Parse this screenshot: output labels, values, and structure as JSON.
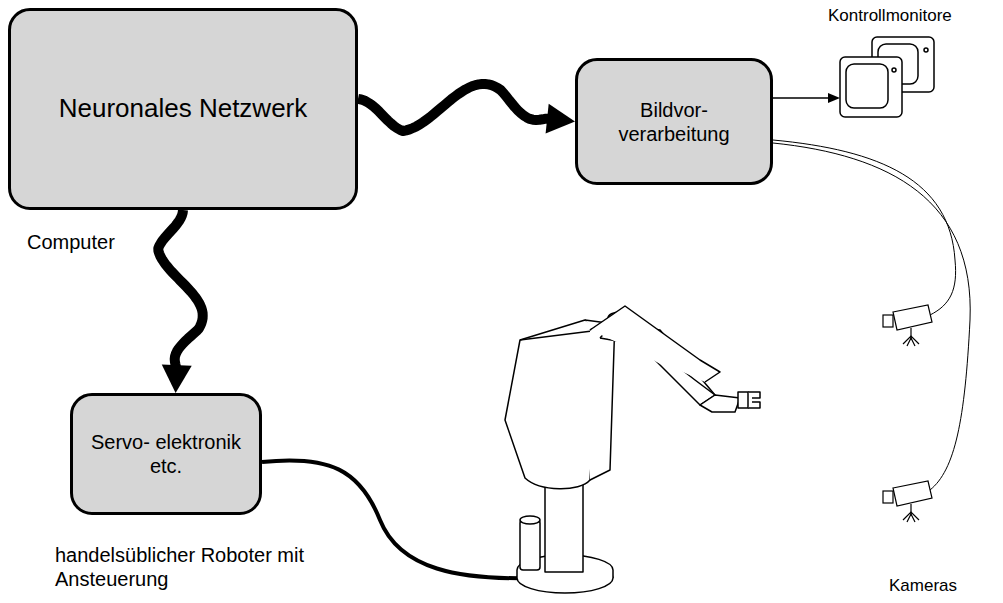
{
  "diagram": {
    "nodes": [
      {
        "text": [
          "Neuronales Netzwerk"
        ]
      },
      {
        "text": [
          "Bildvor- verarbeitung"
        ]
      },
      {
        "text": [
          "Servo- elektronik etc."
        ]
      }
    ],
    "edges": [
      {
        "from": 0,
        "to": 1,
        "arrow": "to"
      },
      {
        "from": 0,
        "to": 2,
        "arrow": "to"
      }
    ],
    "labels": [
      "Kontrollmonitore",
      "Computer",
      "handelsüblicher Roboter mit Ansteuerung",
      "Kameras"
    ]
  }
}
